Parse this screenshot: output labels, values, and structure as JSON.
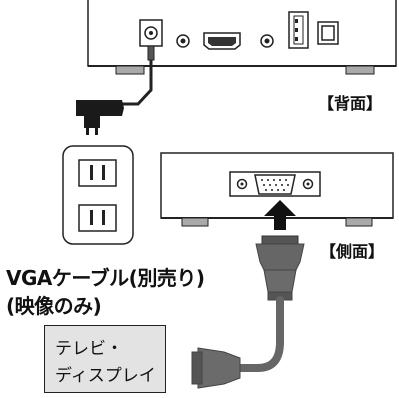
{
  "labels": {
    "rear": "【背面】",
    "side": "【側面】",
    "cable_line1": "VGAケーブル(別売り)",
    "cable_line2": "(映像のみ)",
    "tv_line1": "テレビ・",
    "tv_line2": "ディスプレイ"
  },
  "colors": {
    "outline": "#222222",
    "device_fill": "#ffffff",
    "tv_box_fill": "#e3e3e3",
    "connector": "#666666",
    "arrow": "#111111",
    "adapter": "#1a1a1a"
  },
  "icons": {
    "rear_ports": [
      "dc-power-port-icon",
      "audio-jack-icon",
      "hdmi-port-icon",
      "audio-jack-icon",
      "usb-port-icon",
      "optical-port-icon"
    ],
    "side_ports": [
      "vga-port-icon"
    ]
  }
}
